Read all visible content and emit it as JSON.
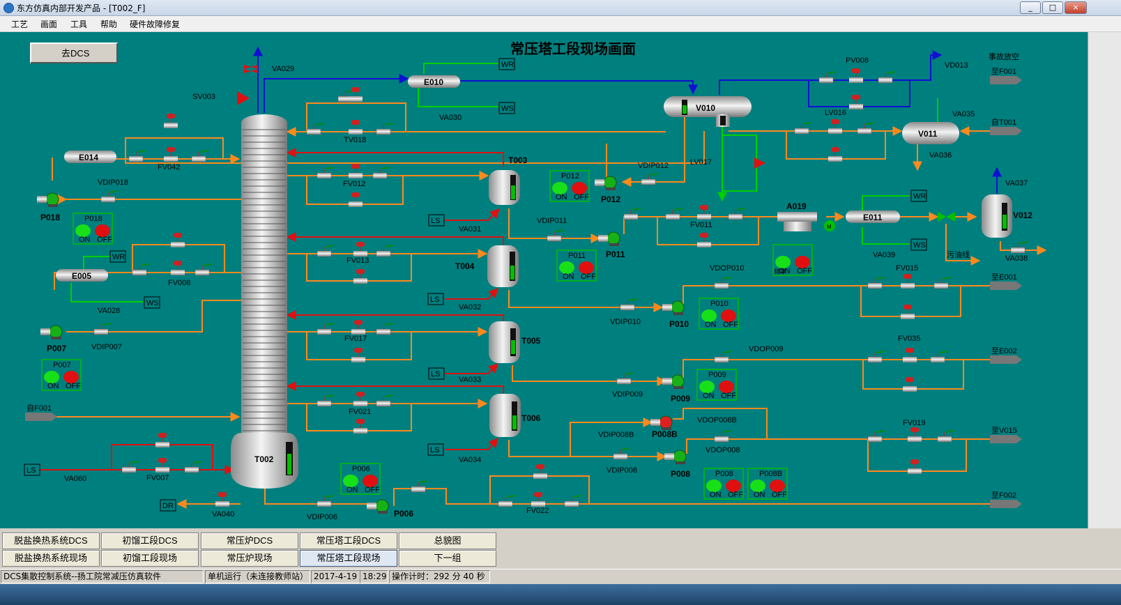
{
  "window": {
    "title": "东方仿真内部开发产品 - [T002_F]",
    "buttons": [
      "_",
      "□",
      "×"
    ]
  },
  "menu": [
    "工艺",
    "画面",
    "工具",
    "帮助",
    "硬件故障修复"
  ],
  "scene": {
    "title": "常压塔工段现场画面",
    "goto_dcs": "去DCS",
    "tower": "T002",
    "vessels": [
      "E010",
      "E014",
      "E005",
      "V010",
      "V011",
      "V012",
      "E011",
      "A019",
      "T003",
      "T004",
      "T005",
      "T006"
    ],
    "pumps": [
      "P018",
      "P007",
      "P012",
      "P011",
      "P010",
      "P009",
      "P008",
      "P008B",
      "P006"
    ],
    "valves": [
      "VA029",
      "SV003",
      "VA030",
      "TV018",
      "FV042",
      "VDIP018",
      "FV012",
      "FV008",
      "VA028",
      "VDIP007",
      "FV013",
      "FV017",
      "FV021",
      "FV007",
      "VA060",
      "VA040",
      "VDIP006",
      "FV022",
      "VA031",
      "VA032",
      "VA033",
      "VA034",
      "VDIP012",
      "LV017",
      "VDIP011",
      "FV011",
      "VDIP010",
      "VDOP010",
      "FV015",
      "VDIP009",
      "VDOP009",
      "FV035",
      "VDIP008B",
      "VDOP008B",
      "VDIP008",
      "VDOP008",
      "FV019",
      "PV008",
      "VD013",
      "LV016",
      "VA035",
      "VA036",
      "VA037",
      "VA038",
      "VA039"
    ],
    "boxes": [
      "WR",
      "WS",
      "LS",
      "DR"
    ],
    "sources": {
      "f001": "自F001",
      "t001": "自T001"
    },
    "destinations": {
      "accident": "事故放空",
      "f001": "至F001",
      "e001": "至E001",
      "e002": "至E002",
      "v015": "至V015",
      "f002": "至F002",
      "dirty_oil": "污油线"
    },
    "switch_on": "ON",
    "switch_off": "OFF",
    "a019_label": "频率"
  },
  "nav": {
    "row1": [
      "脱盐换热系统DCS",
      "初馏工段DCS",
      "常压炉DCS",
      "常压塔工段DCS",
      "总貌图"
    ],
    "row2": [
      "脱盐换热系统现场",
      "初馏工段现场",
      "常压炉现场",
      "常压塔工段现场",
      "下一组"
    ]
  },
  "status": {
    "system": "DCS集散控制系统--扬工院常减压仿真软件",
    "mode": "单机运行（未连接教师站）",
    "date": "2017-4-19",
    "time": "18:29",
    "elapsed": "操作计时：292 分 40 秒"
  },
  "colors": {
    "background": "#007f7f",
    "steam": "#1010d0",
    "feed": "#ff8a1c",
    "reflux": "#e01010",
    "water": "#00c000"
  }
}
